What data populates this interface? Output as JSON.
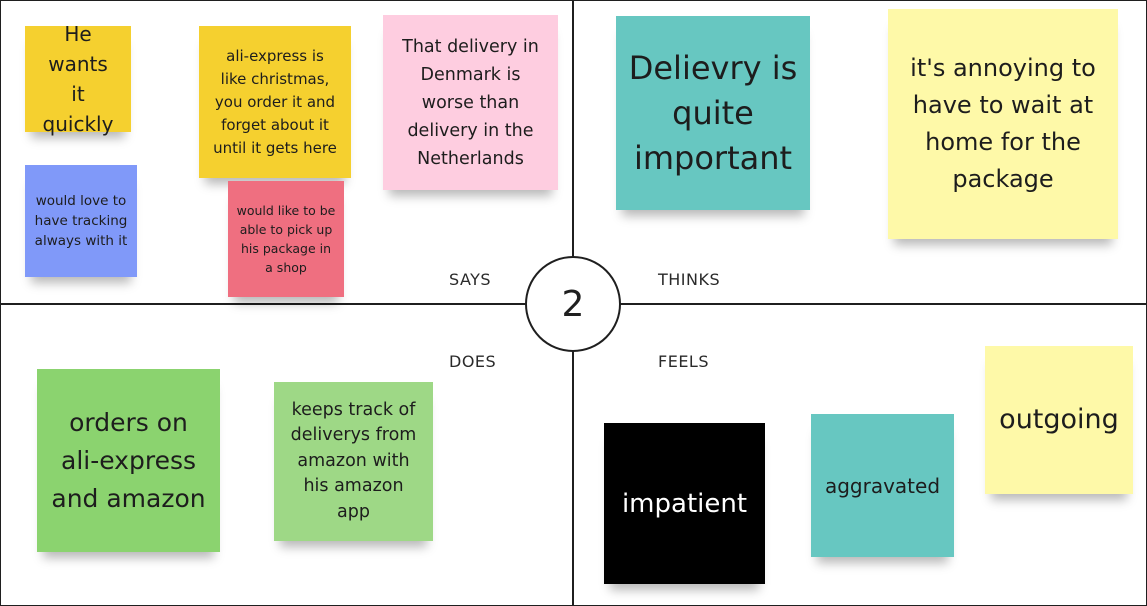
{
  "center": {
    "number": "2"
  },
  "quadrants": {
    "says": "SAYS",
    "thinks": "THINKS",
    "does": "DOES",
    "feels": "FEELS"
  },
  "colors": {
    "yellow": "#f5d02f",
    "light_yellow": "#fef9a8",
    "pink": "#fecde0",
    "red": "#ef6f80",
    "blue": "#8099f9",
    "teal": "#67c7c1",
    "green": "#8bd36f",
    "light_green": "#9ed886",
    "black": "#000000"
  },
  "says": [
    {
      "text": "He wants it quickly",
      "color": "yellow"
    },
    {
      "text": "ali-express is like christmas, you order it and forget about it until it gets here",
      "color": "yellow"
    },
    {
      "text": "That delivery in Denmark is worse than delivery in the Netherlands",
      "color": "pink"
    },
    {
      "text": "would love to have tracking always with it",
      "color": "blue"
    },
    {
      "text": "would like to be able to pick up his package in a shop",
      "color": "red"
    }
  ],
  "thinks": [
    {
      "text": "Delievry is quite important",
      "color": "teal"
    },
    {
      "text": "it's annoying to have to wait at home  for the package",
      "color": "light_yellow"
    }
  ],
  "does": [
    {
      "text": "orders on ali-express and amazon",
      "color": "green"
    },
    {
      "text": "keeps track of deliverys from amazon with his amazon app",
      "color": "light_green"
    }
  ],
  "feels": [
    {
      "text": "impatient",
      "color": "black"
    },
    {
      "text": "aggravated",
      "color": "teal"
    },
    {
      "text": "outgoing",
      "color": "light_yellow"
    }
  ]
}
